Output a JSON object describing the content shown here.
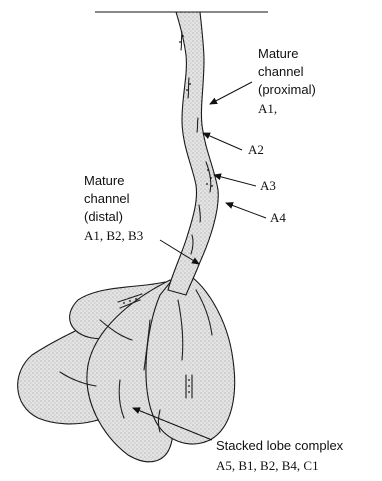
{
  "labels": {
    "mature_proximal": {
      "line1": "Mature",
      "line2": "channel",
      "line3": "(proximal)",
      "codes": "A1,"
    },
    "a2": "A2",
    "a3": "A3",
    "a4": "A4",
    "mature_distal": {
      "line1": "Mature",
      "line2": "channel",
      "line3": "(distal)",
      "codes": "A1, B2, B3"
    },
    "stacked_lobe": {
      "line1": "Stacked lobe complex",
      "codes": "A5, B1, B2, B4, C1"
    }
  }
}
